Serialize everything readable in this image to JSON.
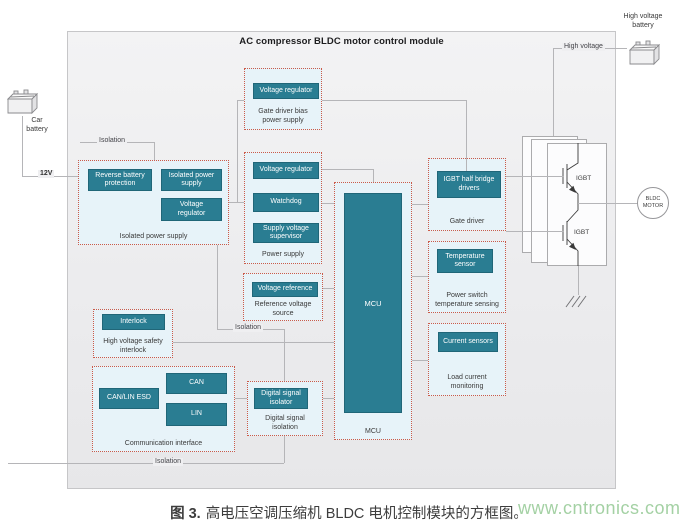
{
  "title": "AC compressor BLDC motor control module",
  "colors": {
    "block_teal": "#2a7d92",
    "group_fill": "#e7f3f9",
    "group_border_red": "#cc5a48",
    "connector_line": "#b5b5b8",
    "watermark_green": "#a4d1a4"
  },
  "external": {
    "car_battery_label": "Car\nbattery",
    "hv_battery_label": "High voltage\nbattery",
    "motor_label": "BLDC\nMOTOR"
  },
  "labels": {
    "v12": "12V",
    "isolation_top": "Isolation",
    "isolation_mid": "Isolation",
    "isolation_bottom": "Isolation",
    "high_voltage": "High voltage",
    "igbt_top": "IGBT",
    "igbt_bottom": "IGBT"
  },
  "groups": {
    "isolated_ps": {
      "label": "Isolated power supply",
      "blocks": {
        "reverse_battery": "Reverse battery\nprotection",
        "isolated_ps": "Isolated power\nsupply",
        "voltage_regulator": "Voltage\nregulator"
      }
    },
    "gate_driver_bias": {
      "label": "Gate driver bias\npower supply",
      "blocks": {
        "voltage_regulator": "Voltage regulator"
      }
    },
    "power_supply": {
      "label": "Power supply",
      "blocks": {
        "voltage_regulator": "Voltage regulator",
        "watchdog": "Watchdog",
        "supply_voltage_supervisor": "Supply voltage\nsupervisor"
      }
    },
    "reference_voltage": {
      "label": "Reference voltage\nsource",
      "blocks": {
        "voltage_reference": "Voltage reference"
      }
    },
    "mcu": {
      "label": "MCU",
      "blocks": {
        "mcu": "MCU"
      }
    },
    "gate_driver": {
      "label": "Gate driver",
      "blocks": {
        "igbt_drivers": "IGBT half bridge\ndrivers"
      }
    },
    "temp_sensing": {
      "label": "Power switch\ntemperature sensing",
      "blocks": {
        "temperature_sensor": "Temperature\nsensor"
      }
    },
    "load_current": {
      "label": "Load current\nmonitoring",
      "blocks": {
        "current_sensors": "Current sensors"
      }
    },
    "hv_interlock": {
      "label": "High voltage safety\ninterlock",
      "blocks": {
        "interlock": "Interlock"
      }
    },
    "comm_interface": {
      "label": "Communication interface",
      "blocks": {
        "can_lin_esd": "CAN/LIN ESD",
        "can": "CAN",
        "lin": "LIN"
      }
    },
    "digital_isolation": {
      "label": "Digital signal\nisolation",
      "blocks": {
        "digital_signal_isolator": "Digital signal\nisolator"
      }
    }
  },
  "caption": {
    "prefix": "图 3.",
    "text": "高电压空调压缩机 BLDC 电机控制模块的方框图。"
  },
  "watermark": "www.cntronics.com"
}
